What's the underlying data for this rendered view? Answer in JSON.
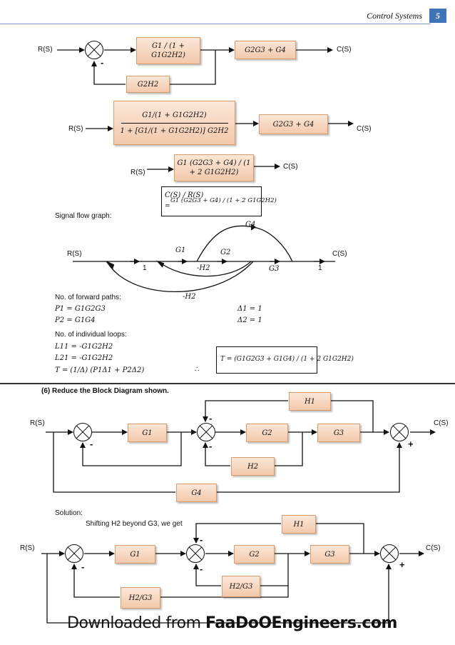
{
  "header": {
    "title": "Control Systems",
    "page": "5"
  },
  "d1": {
    "in": "R(S)",
    "out": "C(S)",
    "fwd": "G1 / (1 + G1G2H2)",
    "blk2": "G2G3 + G4",
    "fb": "G2H2",
    "sign": "-"
  },
  "d2": {
    "in": "R(S)",
    "out": "C(S)",
    "num": "G1/(1 + G1G2H2)",
    "den": "1 + [G1/(1 + G1G2H2)] G2H2",
    "blk2": "G2G3 + G4"
  },
  "d3": {
    "in": "R(S)",
    "out": "C(S)",
    "blk": "G1 (G2G3 + G4) / (1 + 2 G1G2H2)"
  },
  "tf": {
    "lhs": "C(S) / R(S)",
    "rhs": "G1 (G2G3 + G4) / (1 + 2 G1G2H2)"
  },
  "sfg": {
    "caption": "Signal flow graph:",
    "in": "R(S)",
    "out": "C(S)",
    "g1": "G1",
    "g2": "G2",
    "g3": "G3",
    "g4": "G4",
    "one_a": "1",
    "one_b": "1",
    "h2a": "-H2",
    "h2b": "-H2"
  },
  "paths": {
    "title": "No. of forward paths:",
    "p1": "P1 = G1G2G3",
    "p2": "P2 = G1G4",
    "d1": "Δ1 = 1",
    "d2": "Δ2 = 1"
  },
  "loops": {
    "title": "No. of individual loops:",
    "l11": "L11 = -G1G2H2",
    "l21": "L21 = -G1G2H2",
    "t": "T = (1/Δ) (P1Δ1 + P2Δ2)",
    "therefore": "∴",
    "result": "T = (G1G2G3 + G1G4) / (1 + 2 G1G2H2)"
  },
  "q6": {
    "heading": "(6)  Reduce the Block Diagram shown.",
    "in": "R(S)",
    "out": "C(S)",
    "g1": "G1",
    "g2": "G2",
    "g3": "G3",
    "h1": "H1",
    "h2": "H2",
    "g4": "G4"
  },
  "sol": {
    "label": "Solution:",
    "text": "Shifting H2 beyond G3, we get",
    "in": "R(S)",
    "out": "C(S)",
    "g1": "G1",
    "g2": "G2",
    "g3": "G3",
    "h1": "H1",
    "h2g3a": "H2/G3",
    "h2g3b": "H2/G3"
  },
  "footer": {
    "prefix": "Downloaded from ",
    "brand": "FaaDoOEngineers.com"
  }
}
